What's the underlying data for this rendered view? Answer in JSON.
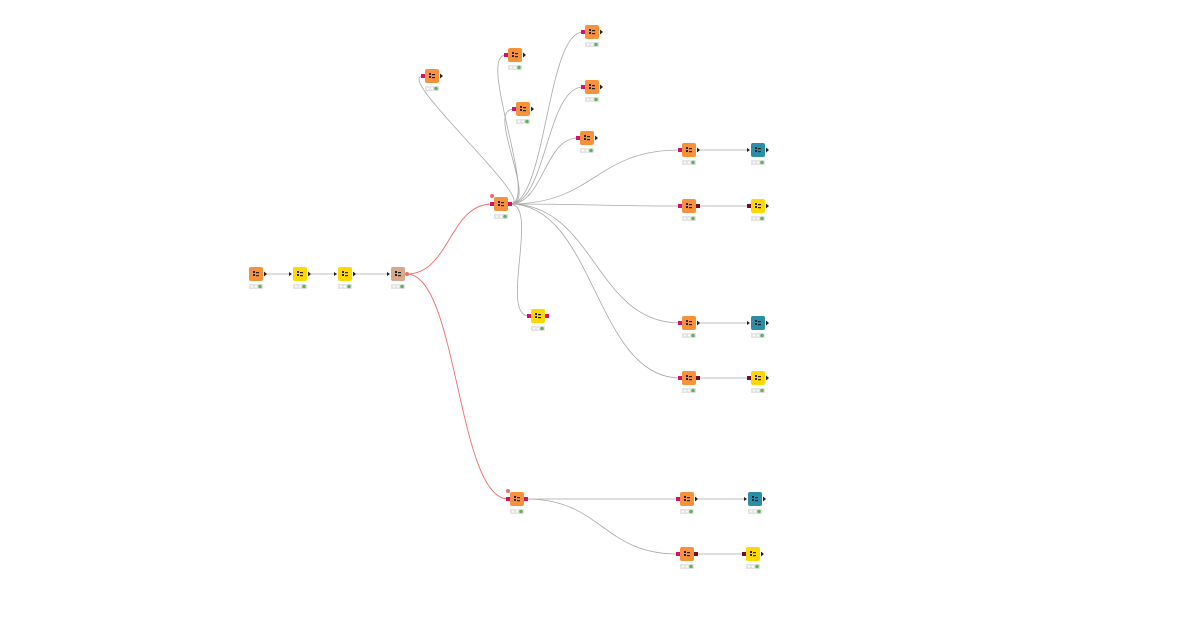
{
  "colors": {
    "orange": "#f7923a",
    "yellow": "#ffd800",
    "tan": "#d8a88a",
    "teal": "#2b8ea8",
    "edge": "#a8a8a8",
    "edge_active": "#f26b6b",
    "port_in": "#d1116b",
    "port_dark": "#6b0f2a",
    "status_bg": "#e4e4e4",
    "status_ok": "#5fb35a"
  },
  "nodes": [
    {
      "id": "n1",
      "kind": "source",
      "color": "orange",
      "status": "executed"
    },
    {
      "id": "n2",
      "kind": "manipulator",
      "color": "yellow",
      "status": "executed"
    },
    {
      "id": "n3",
      "kind": "manipulator",
      "color": "yellow",
      "status": "executed"
    },
    {
      "id": "n4",
      "kind": "learner",
      "color": "tan",
      "status": "executed"
    },
    {
      "id": "n5",
      "kind": "splitter",
      "color": "orange",
      "status": "executed"
    },
    {
      "id": "n6",
      "kind": "splitter",
      "color": "orange",
      "status": "executed"
    },
    {
      "id": "a",
      "kind": "filter",
      "color": "orange",
      "status": "executed"
    },
    {
      "id": "b",
      "kind": "filter",
      "color": "orange",
      "status": "executed"
    },
    {
      "id": "c",
      "kind": "filter",
      "color": "orange",
      "status": "executed"
    },
    {
      "id": "d",
      "kind": "filter",
      "color": "orange",
      "status": "executed"
    },
    {
      "id": "e",
      "kind": "filter",
      "color": "orange",
      "status": "executed"
    },
    {
      "id": "f",
      "kind": "filter",
      "color": "orange",
      "status": "executed"
    },
    {
      "id": "g",
      "kind": "filter",
      "color": "orange",
      "status": "executed"
    },
    {
      "id": "g2",
      "kind": "view",
      "color": "teal",
      "status": "executed"
    },
    {
      "id": "h",
      "kind": "converter",
      "color": "orange",
      "status": "executed"
    },
    {
      "id": "h2",
      "kind": "manipulator",
      "color": "yellow",
      "status": "executed"
    },
    {
      "id": "i",
      "kind": "manipulator",
      "color": "yellow",
      "status": "executed"
    },
    {
      "id": "j",
      "kind": "filter",
      "color": "orange",
      "status": "executed"
    },
    {
      "id": "j2",
      "kind": "view",
      "color": "teal",
      "status": "executed"
    },
    {
      "id": "k",
      "kind": "converter",
      "color": "orange",
      "status": "executed"
    },
    {
      "id": "k2",
      "kind": "manipulator",
      "color": "yellow",
      "status": "executed"
    },
    {
      "id": "l",
      "kind": "filter",
      "color": "orange",
      "status": "executed"
    },
    {
      "id": "l2",
      "kind": "view",
      "color": "teal",
      "status": "executed"
    },
    {
      "id": "m",
      "kind": "converter",
      "color": "orange",
      "status": "executed"
    },
    {
      "id": "m2",
      "kind": "manipulator",
      "color": "yellow",
      "status": "executed"
    }
  ],
  "edges": [
    [
      "n1",
      "n2",
      false
    ],
    [
      "n2",
      "n3",
      false
    ],
    [
      "n3",
      "n4",
      false
    ],
    [
      "n4",
      "n5",
      true
    ],
    [
      "n4",
      "n6",
      true
    ],
    [
      "n5",
      "a",
      false
    ],
    [
      "n5",
      "b",
      false
    ],
    [
      "n5",
      "c",
      false
    ],
    [
      "n5",
      "d",
      false
    ],
    [
      "n5",
      "e",
      false
    ],
    [
      "n5",
      "f",
      false
    ],
    [
      "n5",
      "g",
      false
    ],
    [
      "n5",
      "h",
      false
    ],
    [
      "n5",
      "i",
      false
    ],
    [
      "n5",
      "j",
      false
    ],
    [
      "n5",
      "k",
      false
    ],
    [
      "g",
      "g2",
      false
    ],
    [
      "h",
      "h2",
      false
    ],
    [
      "j",
      "j2",
      false
    ],
    [
      "k",
      "k2",
      false
    ],
    [
      "n6",
      "l",
      false
    ],
    [
      "n6",
      "m",
      false
    ],
    [
      "l",
      "l2",
      false
    ],
    [
      "m",
      "m2",
      false
    ]
  ]
}
